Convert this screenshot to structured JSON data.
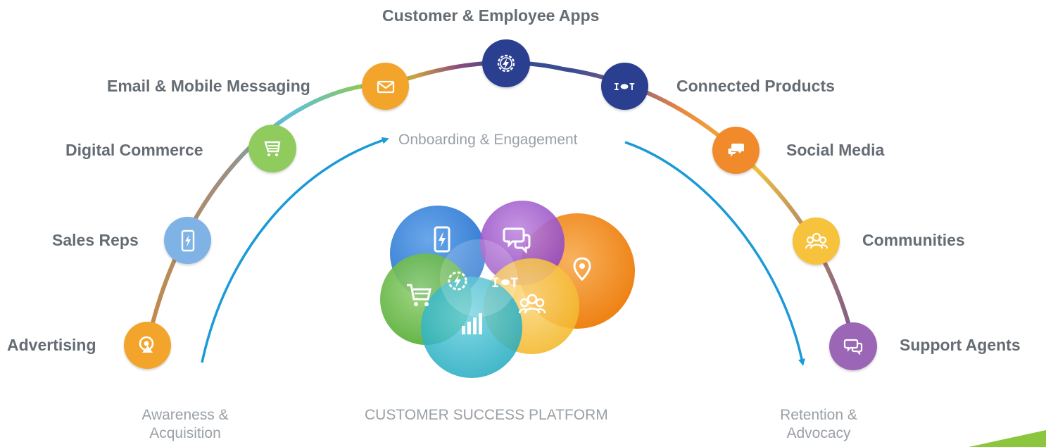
{
  "title": "Customer & Employee Apps",
  "channels": [
    {
      "id": "advertising",
      "label": "Advertising",
      "color": "#f2a52a",
      "icon": "target-icon"
    },
    {
      "id": "sales-reps",
      "label": "Sales Reps",
      "color": "#7fb2e5",
      "icon": "mobile-lightning-icon"
    },
    {
      "id": "digital-commerce",
      "label": "Digital Commerce",
      "color": "#8fcb5d",
      "icon": "cart-icon"
    },
    {
      "id": "email-mobile-messaging",
      "label": "Email & Mobile Messaging",
      "color": "#f2a52a",
      "icon": "envelope-icon"
    },
    {
      "id": "customer-employee-apps",
      "label": "Customer & Employee Apps",
      "color": "#2a3f8f",
      "icon": "gear-lightning-icon"
    },
    {
      "id": "connected-products",
      "label": "Connected Products",
      "color": "#2a3f8f",
      "icon": "iot-icon"
    },
    {
      "id": "social-media",
      "label": "Social Media",
      "color": "#f08a2a",
      "icon": "chat-bubbles-icon"
    },
    {
      "id": "communities",
      "label": "Communities",
      "color": "#f7c23c",
      "icon": "people-icon"
    },
    {
      "id": "support-agents",
      "label": "Support Agents",
      "color": "#9b66b6",
      "icon": "support-chat-icon"
    }
  ],
  "phases": {
    "awareness_line1": "Awareness &",
    "awareness_line2": "Acquisition",
    "onboarding": "Onboarding & Engagement",
    "retention_line1": "Retention &",
    "retention_line2": "Advocacy"
  },
  "platform_label": "CUSTOMER SUCCESS PLATFORM",
  "iot_text": "I",
  "iot_text_t": "T",
  "colors": {
    "arrow": "#1a9ad6",
    "label": "#656c73",
    "phase": "#9aa0a6",
    "cloud_blue": "#3a86d8",
    "cloud_purple": "#9b4dc6",
    "cloud_orange": "#f0840f",
    "cloud_green": "#58b83c",
    "cloud_teal": "#22b4c8",
    "cloud_yellow": "#f6be2a"
  }
}
